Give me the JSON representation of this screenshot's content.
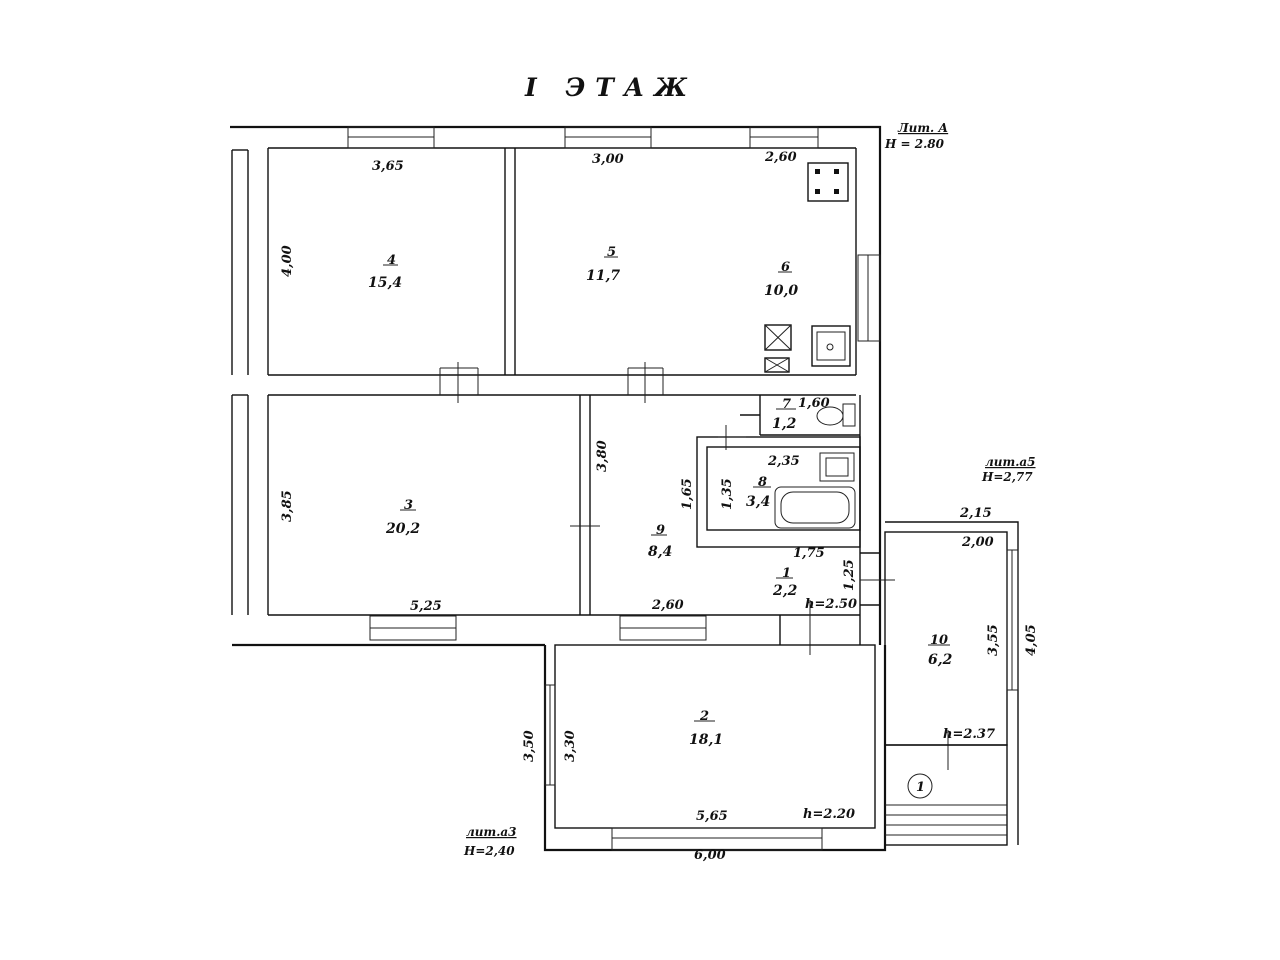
{
  "title": "I ЭТАЖ",
  "labels": {
    "lit_a_name": "Лит. А",
    "lit_a_height": "H = 2.80",
    "lit_a5_name": "лит.а5",
    "lit_a5_height": "H=2,77",
    "lit_a3_name": "лит.а3",
    "lit_a3_height": "H=2,40",
    "porch_mark": "1"
  },
  "rooms": [
    {
      "num": "4",
      "area": "15,4"
    },
    {
      "num": "5",
      "area": "11,7"
    },
    {
      "num": "6",
      "area": "10,0"
    },
    {
      "num": "7",
      "area": "1,2"
    },
    {
      "num": "8",
      "area": "3,4"
    },
    {
      "num": "3",
      "area": "20,2"
    },
    {
      "num": "9",
      "area": "8,4"
    },
    {
      "num": "1",
      "area": "2,2"
    },
    {
      "num": "2",
      "area": "18,1"
    },
    {
      "num": "10",
      "area": "6,2"
    }
  ],
  "dims": {
    "d_365": "3,65",
    "d_300": "3,00",
    "d_260_top": "2,60",
    "d_400": "4,00",
    "d_160": "1,60",
    "d_235": "2,35",
    "d_135": "1,35",
    "d_165": "1,65",
    "d_380": "3,80",
    "d_385": "3,85",
    "d_525": "5,25",
    "d_260_bot": "2,60",
    "d_175": "1,75",
    "d_125": "1,25",
    "d_h250": "h=2.50",
    "d_215": "2,15",
    "d_200": "2,00",
    "d_355": "3,55",
    "d_405": "4,05",
    "d_h237": "h=2.37",
    "d_350": "3,50",
    "d_330": "3,30",
    "d_565": "5,65",
    "d_h220": "h=2.20",
    "d_600": "6,00"
  }
}
